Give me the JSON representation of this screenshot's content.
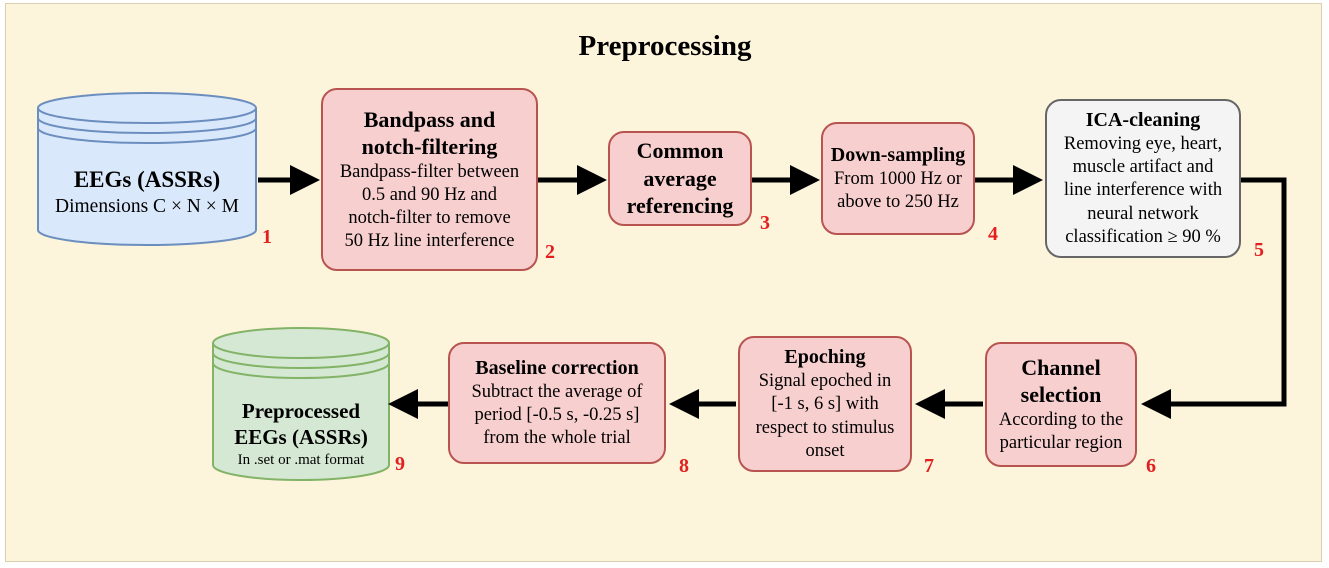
{
  "title": "Preprocessing",
  "colors": {
    "step_fill": "#f8cfcf",
    "step_border": "#b85450",
    "ica_fill": "#f4f4f4",
    "input_fill": "#dae8fc",
    "input_border": "#6c8ebf",
    "output_fill": "#d5e8d4",
    "output_border": "#82b366",
    "number_color": "#e32020",
    "background": "#fdf4dc"
  },
  "input": {
    "title": "EEGs (ASSRs)",
    "desc": "Dimensions C × N × M",
    "number": "1"
  },
  "steps": [
    {
      "id": "bandpass",
      "heading_line1": "Bandpass and",
      "heading_line2": "notch-filtering",
      "lines": [
        "Bandpass-filter between",
        "0.5 and 90 Hz and",
        "notch-filter to remove",
        "50 Hz line interference"
      ],
      "number": "2"
    },
    {
      "id": "car",
      "heading_line1": "Common",
      "heading_line2": "average",
      "heading_line3": "referencing",
      "number": "3"
    },
    {
      "id": "downsampling",
      "heading_line1": "Down-sampling",
      "lines": [
        "From 1000 Hz or",
        "above to 250 Hz"
      ],
      "number": "4"
    },
    {
      "id": "ica",
      "heading_line1": "ICA-cleaning",
      "lines": [
        "Removing eye, heart,",
        "muscle artifact and",
        "line interference with",
        "neural network",
        "classification ≥ 90 %"
      ],
      "number": "5"
    },
    {
      "id": "channel",
      "heading_line1": "Channel",
      "heading_line2": "selection",
      "lines": [
        "According to the",
        "particular region"
      ],
      "number": "6"
    },
    {
      "id": "epoching",
      "heading_line1": "Epoching",
      "lines": [
        "Signal epoched in",
        "[-1 s, 6 s] with",
        "respect to stimulus",
        "onset"
      ],
      "number": "7"
    },
    {
      "id": "baseline",
      "heading_line1": "Baseline correction",
      "lines": [
        "Subtract the average of",
        "period [-0.5 s, -0.25 s]",
        "from the whole trial"
      ],
      "number": "8"
    }
  ],
  "output": {
    "title_line1": "Preprocessed",
    "title_line2": "EEGs (ASSRs)",
    "desc": "In .set or .mat format",
    "number": "9"
  }
}
